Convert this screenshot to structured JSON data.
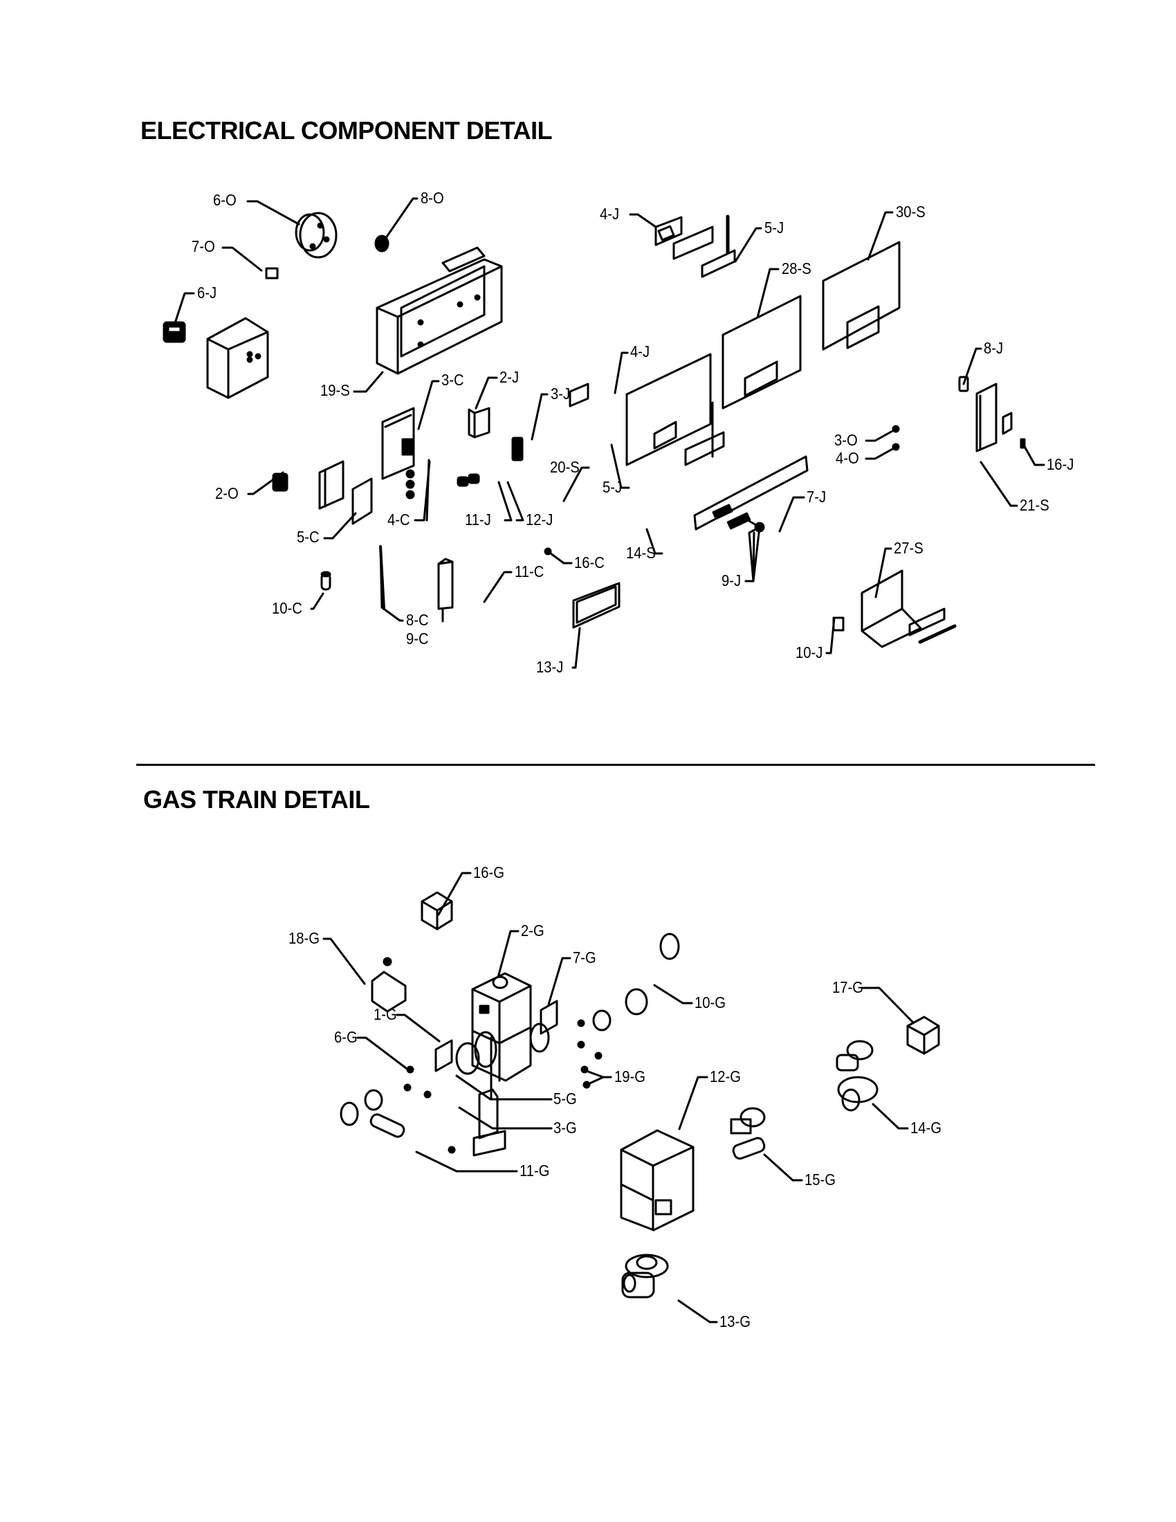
{
  "sections": {
    "electrical": {
      "title": "ELECTRICAL COMPONENT DETAIL",
      "labels": [
        "6-O",
        "8-O",
        "7-O",
        "6-J",
        "19-S",
        "3-C",
        "2-J",
        "3-J",
        "2-O",
        "5-C",
        "4-C",
        "11-J",
        "12-J",
        "10-C",
        "8-C",
        "9-C",
        "11-C",
        "16-C",
        "13-J",
        "4-J",
        "5-J",
        "30-S",
        "28-S",
        "4-J",
        "20-S",
        "5-J",
        "14-S",
        "7-J",
        "9-J",
        "3-O",
        "4-O",
        "8-J",
        "16-J",
        "21-S",
        "27-S",
        "10-J"
      ]
    },
    "gas_train": {
      "title": "GAS TRAIN DETAIL",
      "labels": [
        "16-G",
        "18-G",
        "2-G",
        "7-G",
        "10-G",
        "1-G",
        "6-G",
        "19-G",
        "5-G",
        "3-G",
        "11-G",
        "12-G",
        "17-G",
        "14-G",
        "15-G",
        "13-G"
      ]
    }
  }
}
